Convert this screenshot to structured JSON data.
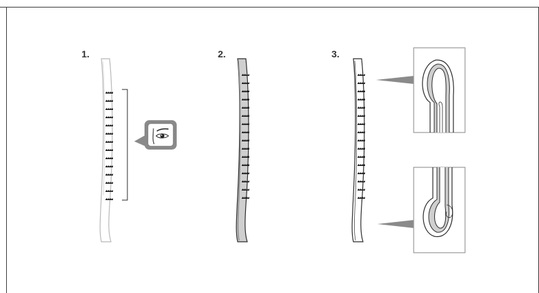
{
  "steps": [
    {
      "label": "1."
    },
    {
      "label": "2."
    },
    {
      "label": "3."
    }
  ],
  "colors": {
    "stroke": "#2b2b2b",
    "light_stroke": "#b8b8b8",
    "fill_gray": "#cfcfcf",
    "fill_gray_dark": "#8c8c8c",
    "callout_gray": "#8a8a8a",
    "frame": "#3a3a3a"
  },
  "icons": [
    "eye-inspection-icon",
    "strip-edge-detail-top-icon",
    "strip-edge-detail-bottom-icon"
  ]
}
